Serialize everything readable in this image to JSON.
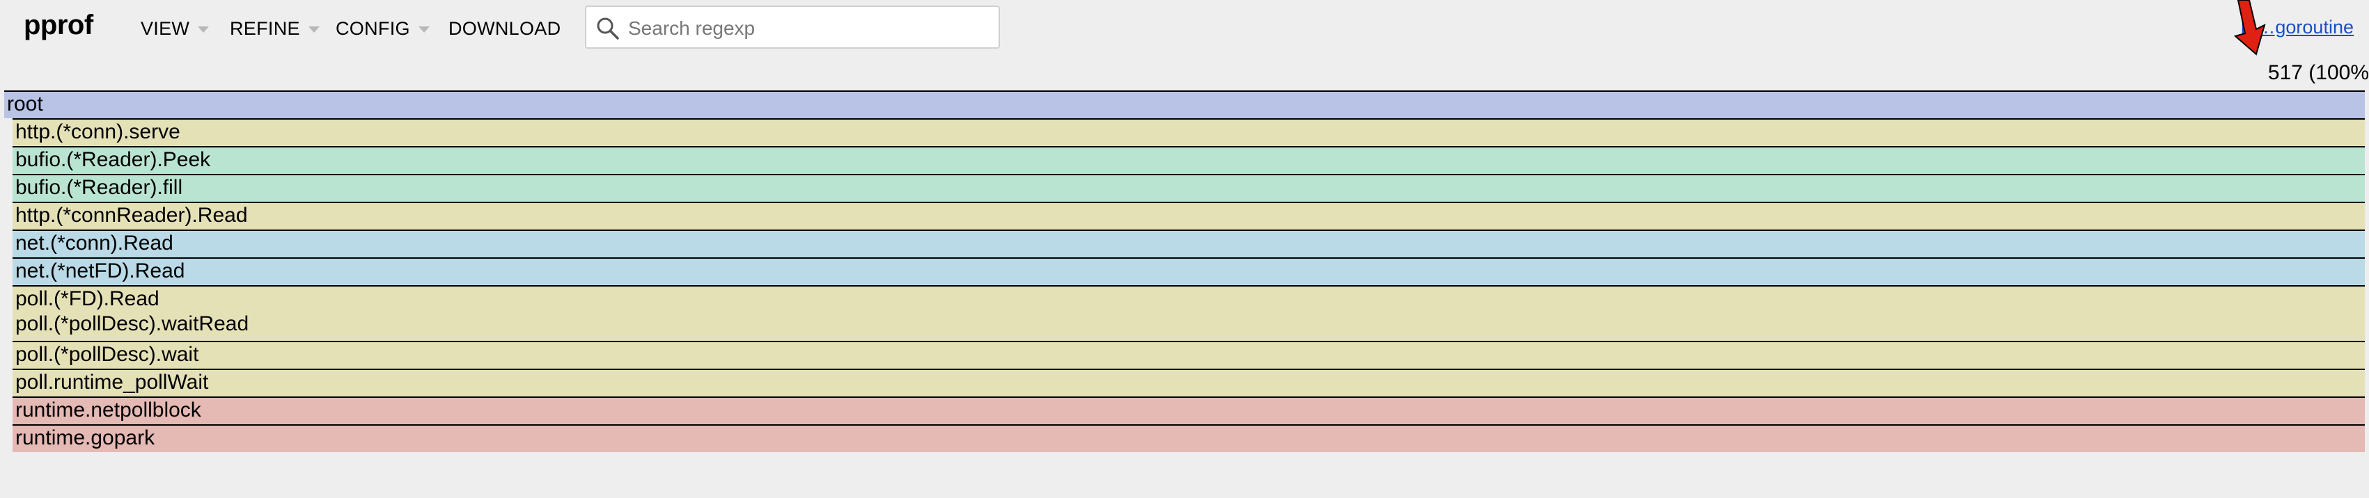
{
  "header": {
    "title": "pprof",
    "menus": [
      {
        "label": "VIEW",
        "has_caret": true
      },
      {
        "label": "REFINE",
        "has_caret": true
      },
      {
        "label": "CONFIG",
        "has_caret": true
      },
      {
        "label": "DOWNLOAD",
        "has_caret": false
      }
    ],
    "search": {
      "placeholder": "Search regexp",
      "value": ""
    },
    "sample_link": "m…goroutine"
  },
  "summary": {
    "count_text": "517 (100%"
  },
  "flame": {
    "frames": [
      {
        "label": "root",
        "color": "#b9c3e5"
      },
      {
        "label": "http.(*conn).serve",
        "color": "#e5e1b7"
      },
      {
        "label": "bufio.(*Reader).Peek",
        "color": "#bae4d2"
      },
      {
        "label": "bufio.(*Reader).fill",
        "color": "#bae4d2"
      },
      {
        "label": "http.(*connReader).Read",
        "color": "#e5e1b7"
      },
      {
        "label": "net.(*conn).Read",
        "color": "#b9dae6"
      },
      {
        "label": "net.(*netFD).Read",
        "color": "#b9dae6"
      },
      {
        "label": "poll.(*FD).Read",
        "label2": "poll.(*pollDesc).waitRead",
        "color": "#e5e1b7"
      },
      {
        "label": "poll.(*pollDesc).wait",
        "color": "#e5e1b7"
      },
      {
        "label": "poll.runtime_pollWait",
        "color": "#e5e1b7"
      },
      {
        "label": "runtime.netpollblock",
        "color": "#e5b9b4"
      },
      {
        "label": "runtime.gopark",
        "color": "#e5b9b4"
      }
    ]
  },
  "colors": {
    "background": "#eeeeee",
    "link": "#1a4ec8",
    "arrow": "#e02010"
  }
}
